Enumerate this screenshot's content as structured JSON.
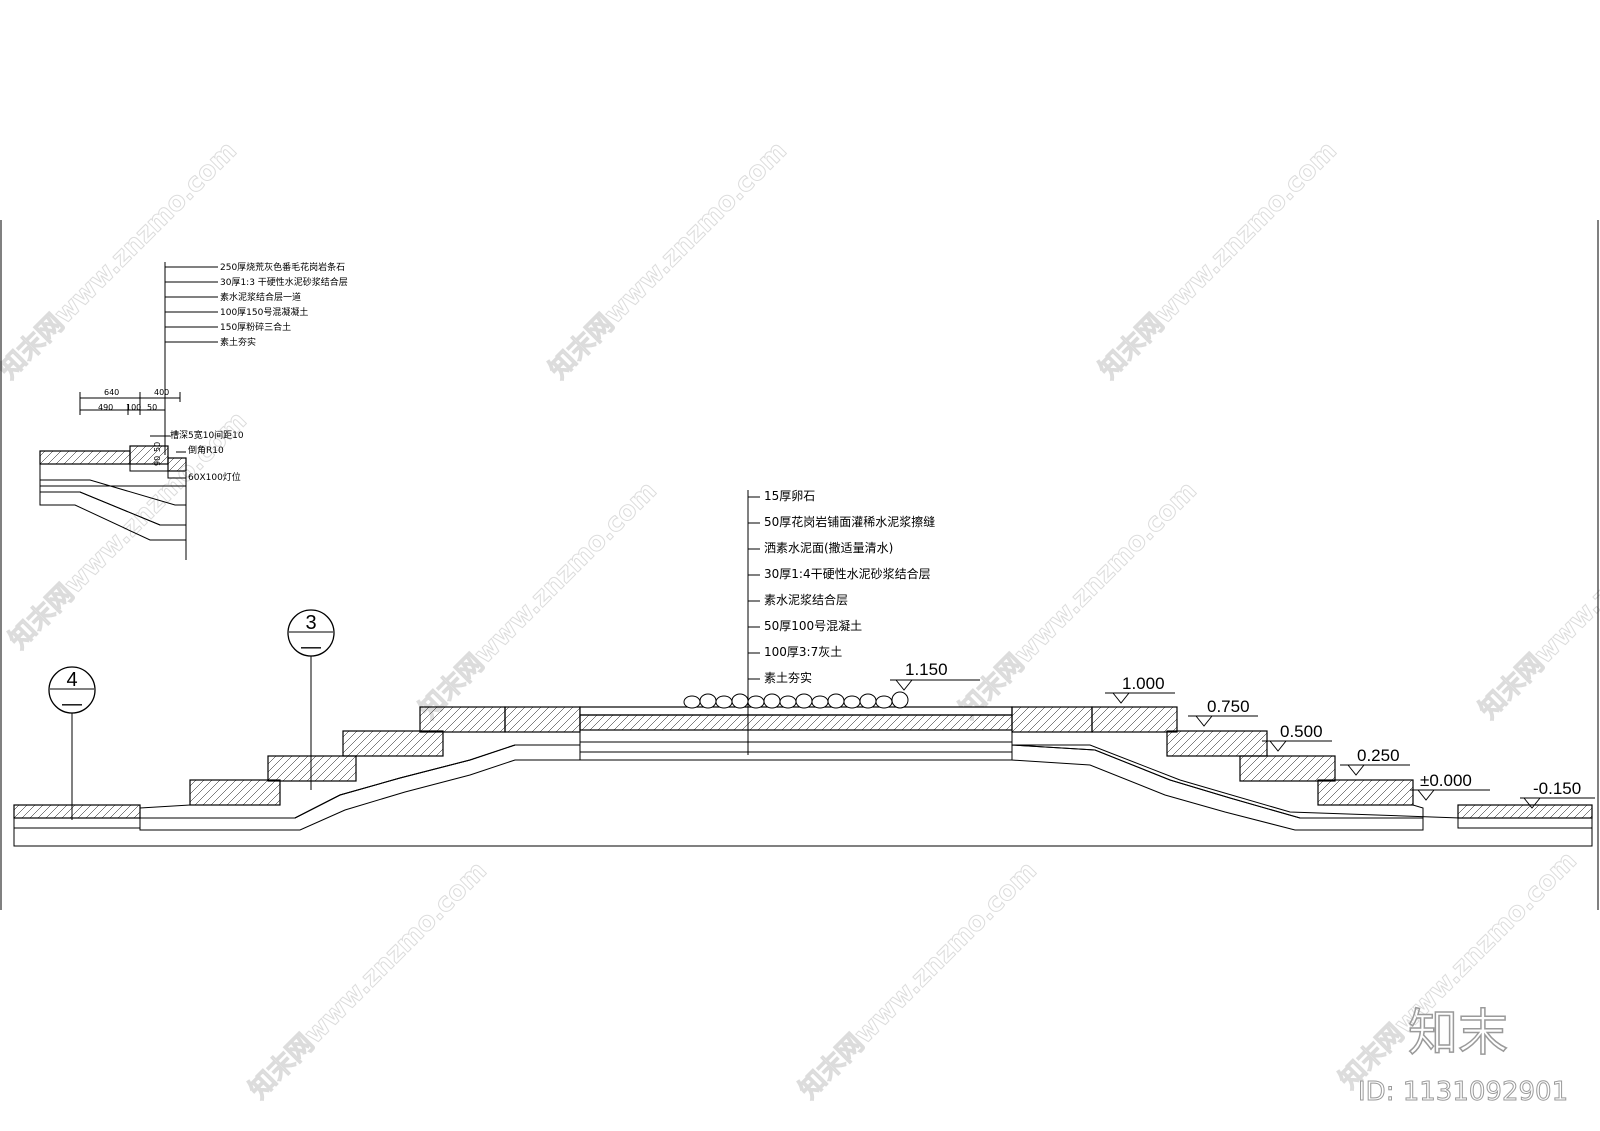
{
  "watermark": {
    "text": "知末网www.znzmo.com",
    "brand": "知末",
    "id": "ID: 1131092901"
  },
  "detail": {
    "notes": [
      "250厚烧荒灰色番毛花岗岩条石",
      "30厚1:3 干硬性水泥砂浆结合层",
      "素水泥浆结合层一道",
      "100厚150号混凝凝土",
      "150厚粉碎三合土",
      "素土夯实"
    ],
    "dims": {
      "top_total": "640",
      "top_right": "400",
      "d490": "490",
      "d100": "100",
      "d50": "50",
      "v50": "50",
      "v90": "90"
    },
    "callouts": [
      "槽深5宽10间距10",
      "倒角R10",
      "60X100灯位"
    ]
  },
  "section": {
    "notes": [
      "15厚卵石",
      "50厚花岗岩铺面灌稀水泥浆擦缝",
      "洒素水泥面(撒适量清水)",
      "30厚1:4干硬性水泥砂浆结合层",
      "素水泥浆结合层",
      "50厚100号混凝土",
      "100厚3:7灰土",
      "素土夯实"
    ],
    "elevations": [
      "1.150",
      "1.000",
      "0.750",
      "0.500",
      "0.250",
      "±0.000",
      "-0.150"
    ],
    "bubbles": [
      {
        "num": "4",
        "sub": "—"
      },
      {
        "num": "3",
        "sub": "—"
      }
    ]
  }
}
